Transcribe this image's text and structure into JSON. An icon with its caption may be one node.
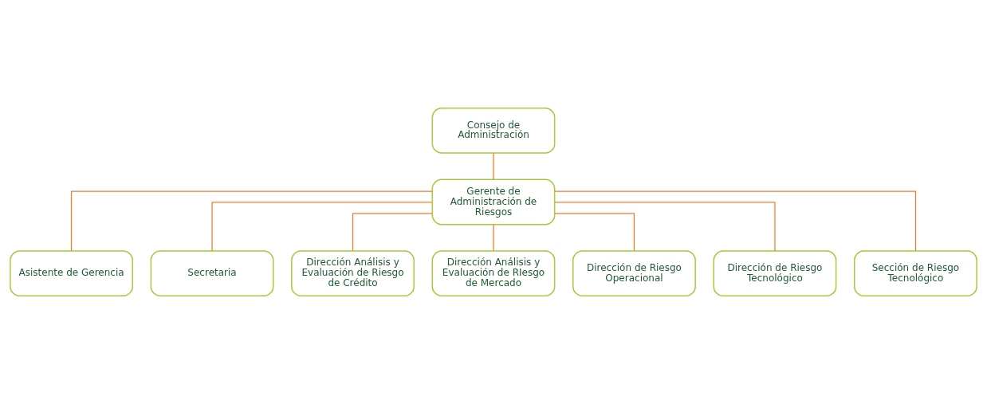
{
  "diagram": {
    "nodes": [
      {
        "text": [
          "Consejo de Administración"
        ]
      },
      {
        "text": [
          "Gerente de Administración de Riesgos"
        ]
      },
      {
        "text": [
          "Asistente de Gerencia"
        ]
      },
      {
        "text": [
          "Secretaria"
        ]
      },
      {
        "text": [
          "Dirección Análisis y Evaluación de Riesgo de Crédito"
        ]
      },
      {
        "text": [
          "Dirección Análisis y Evaluación de RIesgo de Mercado"
        ]
      },
      {
        "text": [
          "Dirección de Riesgo Operacional"
        ]
      },
      {
        "text": [
          "Dirección de Riesgo Tecnológico"
        ]
      },
      {
        "text": [
          "Sección de Riesgo Tecnológico"
        ]
      }
    ],
    "edges": [
      {
        "from": 0,
        "to": 1,
        "arrow": "none"
      },
      {
        "from": 1,
        "to": 2,
        "arrow": "none"
      },
      {
        "from": 1,
        "to": 3,
        "arrow": "none"
      },
      {
        "from": 1,
        "to": 4,
        "arrow": "none"
      },
      {
        "from": 1,
        "to": 5,
        "arrow": "none"
      },
      {
        "from": 1,
        "to": 6,
        "arrow": "none"
      },
      {
        "from": 1,
        "to": 7,
        "arrow": "none"
      },
      {
        "from": 1,
        "to": 8,
        "arrow": "none"
      }
    ]
  }
}
